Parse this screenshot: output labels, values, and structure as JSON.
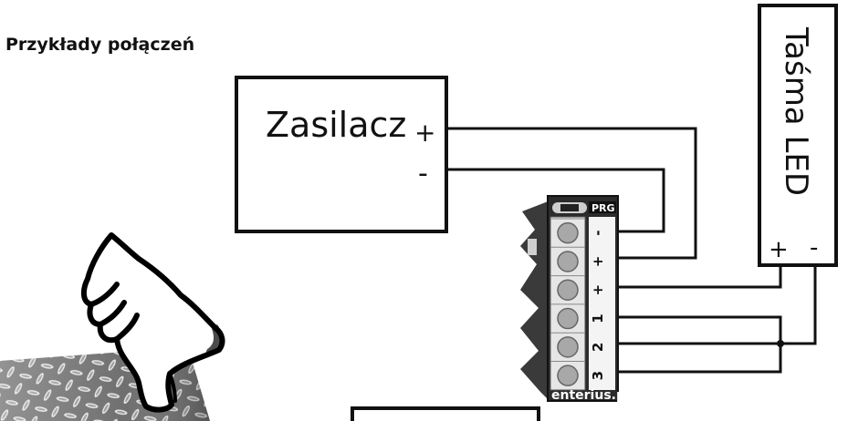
{
  "page": {
    "heading": "Przykłady połączeń"
  },
  "power_supply": {
    "label": "Zasilacz",
    "plus": "+",
    "minus": "-"
  },
  "led_strip": {
    "label": "Taśma LED",
    "plus": "+",
    "minus": "-"
  },
  "controller": {
    "prg_label": "PRG",
    "brand": "enterius.pl",
    "terminals": [
      "-",
      "+",
      "+",
      "1",
      "2",
      "3"
    ]
  },
  "colors": {
    "line": "#111111",
    "pcb": "#2b2b2b",
    "terminal_block": "#e6e6e6",
    "screw": "#a8a8a8"
  },
  "icons": {
    "hand": "pointing-hand-icon",
    "plate": "checker-plate-texture"
  }
}
